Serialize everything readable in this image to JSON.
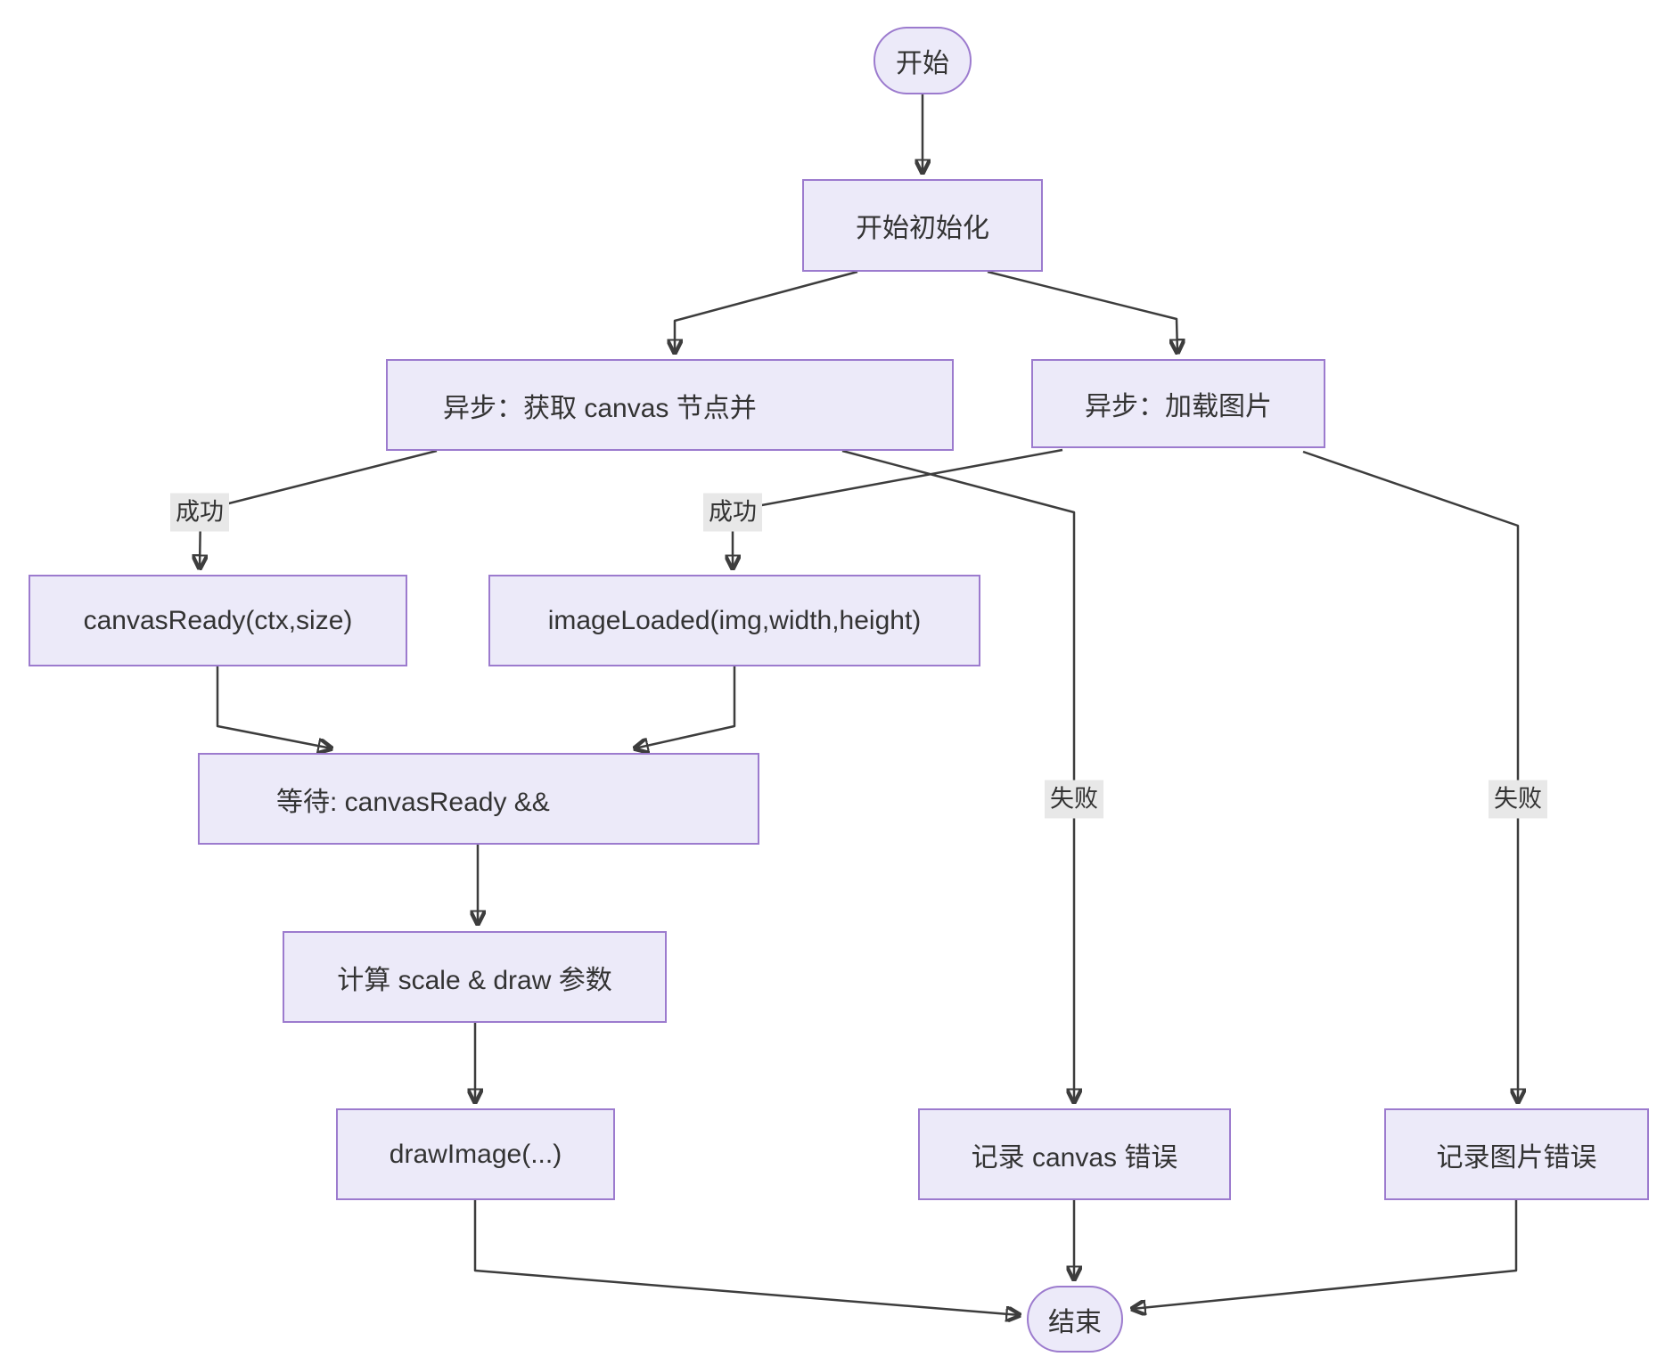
{
  "diagram": {
    "type": "flowchart-top-down",
    "colors": {
      "node_fill": "#ECEAF9",
      "node_border": "#9C7BCE",
      "edge_line": "#3D3D3D",
      "edge_label_bg": "#E8E8E8",
      "text": "#333333"
    },
    "nodes": {
      "start": {
        "label": "开始",
        "shape": "stadium"
      },
      "init": {
        "label": "开始初始化",
        "shape": "rect"
      },
      "async_canvas": {
        "label": "异步：获取 canvas 节点并",
        "shape": "rect"
      },
      "async_image": {
        "label": "异步：加载图片",
        "shape": "rect"
      },
      "canvas_ready": {
        "label": "canvasReady(ctx,size)",
        "shape": "rect"
      },
      "image_loaded": {
        "label": "imageLoaded(img,width,height)",
        "shape": "rect"
      },
      "wait": {
        "label": "等待: canvasReady &&",
        "shape": "rect"
      },
      "calc": {
        "label": "计算 scale & draw 参数",
        "shape": "rect"
      },
      "draw": {
        "label": "drawImage(...)",
        "shape": "rect"
      },
      "log_canvas_error": {
        "label": "记录 canvas 错误",
        "shape": "rect"
      },
      "log_image_error": {
        "label": "记录图片错误",
        "shape": "rect"
      },
      "end": {
        "label": "结束",
        "shape": "stadium"
      }
    },
    "edge_labels": {
      "success_canvas": "成功",
      "success_image": "成功",
      "fail_canvas": "失败",
      "fail_image": "失败"
    },
    "edges": [
      {
        "from": "start",
        "to": "init",
        "label": ""
      },
      {
        "from": "init",
        "to": "async_canvas",
        "label": ""
      },
      {
        "from": "init",
        "to": "async_image",
        "label": ""
      },
      {
        "from": "async_canvas",
        "to": "canvas_ready",
        "label": "成功"
      },
      {
        "from": "async_image",
        "to": "image_loaded",
        "label": "成功"
      },
      {
        "from": "async_canvas",
        "to": "log_canvas_error",
        "label": "失败"
      },
      {
        "from": "async_image",
        "to": "log_image_error",
        "label": "失败"
      },
      {
        "from": "canvas_ready",
        "to": "wait",
        "label": ""
      },
      {
        "from": "image_loaded",
        "to": "wait",
        "label": ""
      },
      {
        "from": "wait",
        "to": "calc",
        "label": ""
      },
      {
        "from": "calc",
        "to": "draw",
        "label": ""
      },
      {
        "from": "draw",
        "to": "end",
        "label": ""
      },
      {
        "from": "log_canvas_error",
        "to": "end",
        "label": ""
      },
      {
        "from": "log_image_error",
        "to": "end",
        "label": ""
      }
    ]
  }
}
